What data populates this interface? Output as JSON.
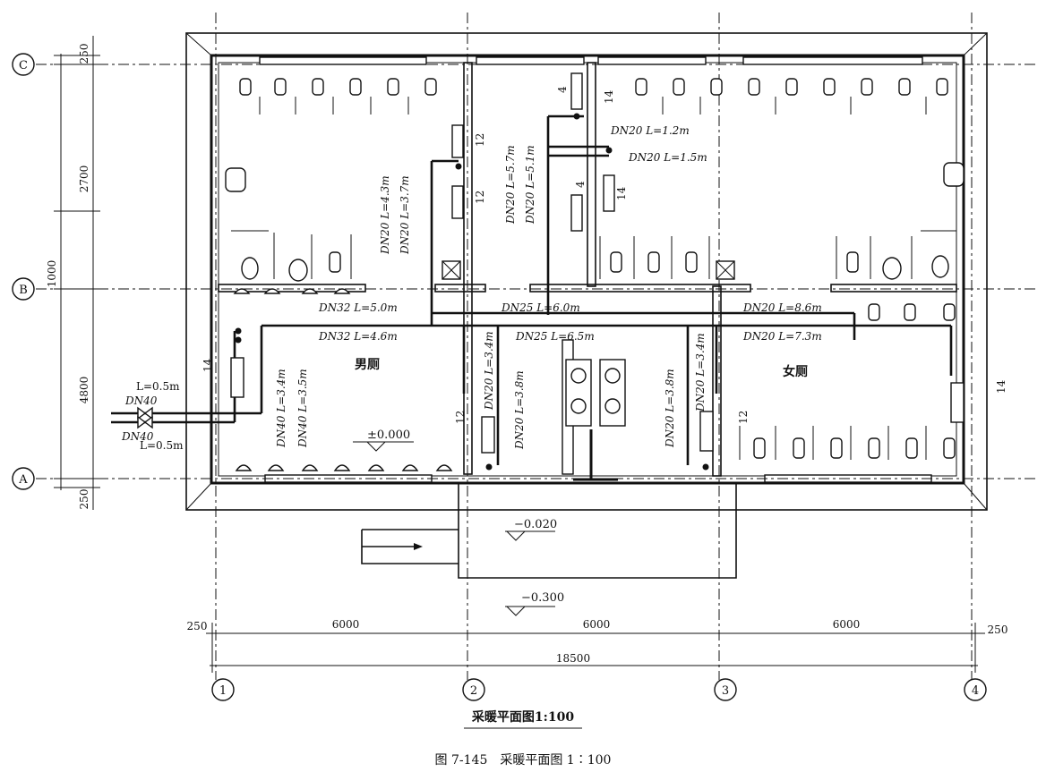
{
  "axes_horizontal": [
    "C",
    "B",
    "A"
  ],
  "axes_vertical": [
    "1",
    "2",
    "3",
    "4"
  ],
  "dims_left": [
    "250",
    "2700",
    "1000",
    "4800",
    "250"
  ],
  "dims_bottom": {
    "left_edge": "250",
    "bay1": "6000",
    "bay2": "6000",
    "bay3": "6000",
    "right_edge": "250",
    "total": "18500"
  },
  "rooms": {
    "men": "男厕",
    "women": "女厕"
  },
  "elevations": {
    "floor": "±0.000",
    "step": "−0.020",
    "outside": "−0.300"
  },
  "inlet": {
    "top": "DN40",
    "top_len": "L=0.5m",
    "bottom": "DN40",
    "bottom_len": "L=0.5m"
  },
  "pipes_horizontal": [
    "DN32 L=5.0m",
    "DN32 L=4.6m",
    "DN25 L=6.0m",
    "DN25 L=6.5m",
    "DN20 L=8.6m",
    "DN20 L=7.3m",
    "DN20 L=1.2m",
    "DN20 L=1.5m"
  ],
  "pipes_vertical": [
    "DN20 L=4.3m",
    "DN20 L=3.7m",
    "DN20 L=5.7m",
    "DN20 L=5.1m",
    "DN40 L=3.4m",
    "DN40 L=3.5m",
    "DN20 L=3.4m",
    "DN20 L=3.8m",
    "DN20 L=3.8m",
    "DN20 L=3.4m"
  ],
  "radiator_sections": [
    "12",
    "12",
    "4",
    "14",
    "4",
    "14",
    "14",
    "12",
    "12",
    "14"
  ],
  "titles": {
    "drawing": "采暖平面图1:100",
    "figure": "图 7-145　采暖平面图 1∶100"
  }
}
